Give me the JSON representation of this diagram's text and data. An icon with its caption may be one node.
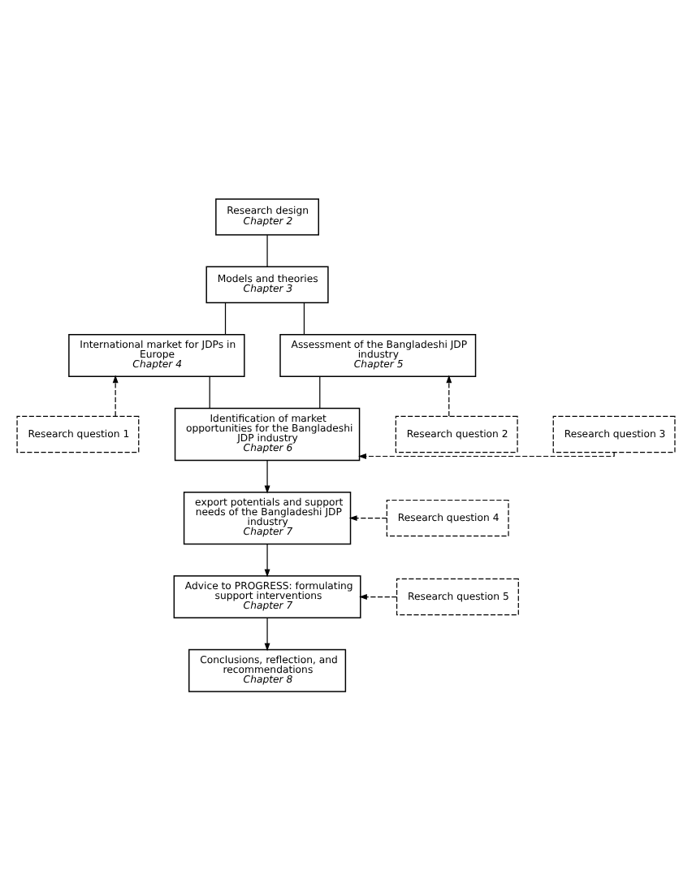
{
  "diagram": {
    "nodes": [
      {
        "text": [
          "Research design",
          "Chapter 2"
        ]
      },
      {
        "text": [
          "Models and theories",
          "Chapter 3"
        ]
      },
      {
        "text": [
          "International market for JDPs in Europe",
          "Chapter 4"
        ]
      },
      {
        "text": [
          "Assessment of the Bangladeshi JDP industry",
          "Chapter 5"
        ]
      },
      {
        "text": [
          "Research question 1"
        ]
      },
      {
        "text": [
          "Research question 2"
        ]
      },
      {
        "text": [
          "Identification of market opportunities for the Bangladeshi JDP industry",
          "Chapter 6"
        ]
      },
      {
        "text": [
          "Research question 3"
        ]
      },
      {
        "text": [
          "export potentials and support needs of the Bangladeshi JDP industry",
          "Chapter 7"
        ]
      },
      {
        "text": [
          "Research question 4"
        ]
      },
      {
        "text": [
          "Advice to PROGRESS: formulating support interventions",
          "Chapter 7"
        ]
      },
      {
        "text": [
          "Research question 5"
        ]
      },
      {
        "text": [
          "Conclusions, reflection, and recommendations",
          "Chapter 8"
        ]
      }
    ],
    "edges": [
      {
        "from": 0,
        "to": 1,
        "arrow": "none"
      },
      {
        "from": 1,
        "to": 2,
        "arrow": "none"
      },
      {
        "from": 1,
        "to": 3,
        "arrow": "none"
      },
      {
        "from": 4,
        "to": 2,
        "arrow": "to",
        "style": "dashed"
      },
      {
        "from": 5,
        "to": 3,
        "arrow": "to",
        "style": "dashed"
      },
      {
        "from": 2,
        "to": 6,
        "arrow": "none"
      },
      {
        "from": 3,
        "to": 6,
        "arrow": "none"
      },
      {
        "from": 7,
        "to": 6,
        "arrow": "to",
        "style": "dashed"
      },
      {
        "from": 6,
        "to": 8,
        "arrow": "to"
      },
      {
        "from": 9,
        "to": 8,
        "arrow": "to",
        "style": "dashed"
      },
      {
        "from": 8,
        "to": 10,
        "arrow": "to"
      },
      {
        "from": 11,
        "to": 10,
        "arrow": "to",
        "style": "dashed"
      },
      {
        "from": 10,
        "to": 12,
        "arrow": "to"
      }
    ]
  }
}
